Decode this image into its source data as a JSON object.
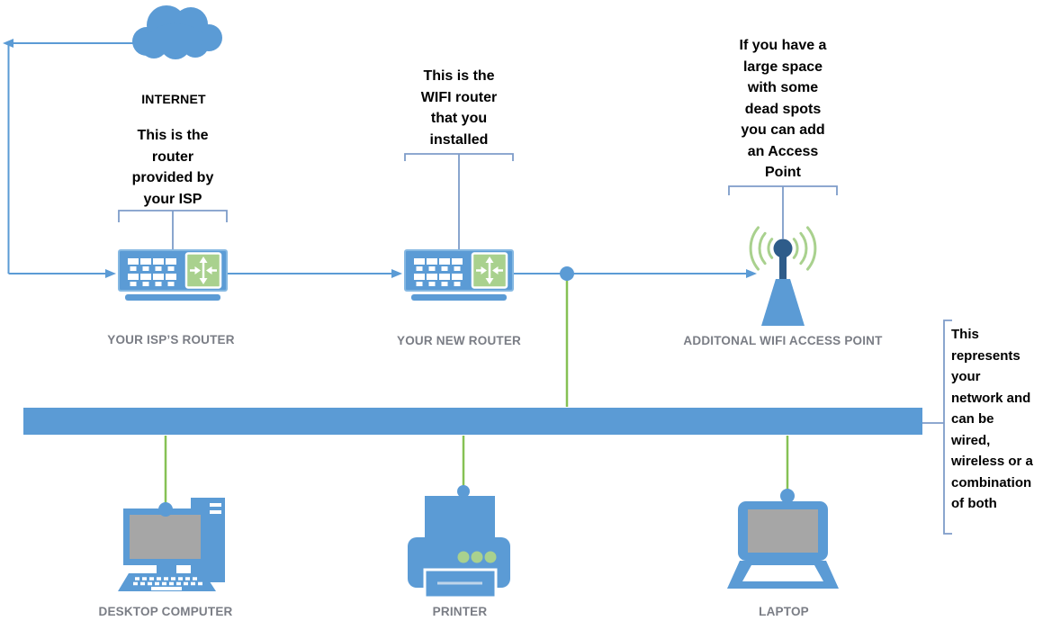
{
  "colors": {
    "blue": "#5B9BD5",
    "dark_blue": "#2E5C8A",
    "green_light": "#A9D18E",
    "green_line": "#86C155",
    "bracket_blue": "#7E9CC9",
    "label_gray": "#7A7D85",
    "screen_gray": "#A6A6A6",
    "router_border": "#85B8E2"
  },
  "labels": {
    "internet": "INTERNET",
    "isp_router": "YOUR ISP’S ROUTER",
    "new_router": "YOUR NEW ROUTER",
    "access_point": "ADDITONAL WIFI ACCESS POINT",
    "desktop": "DESKTOP COMPUTER",
    "printer": "PRINTER",
    "laptop": "LAPTOP"
  },
  "annotations": {
    "isp_router": "This is the\nrouter\nprovided by\nyour ISP",
    "wifi_router": "This is the\nWIFI router\nthat you\ninstalled",
    "access_point": "If you have a\nlarge space\nwith some\ndead spots\nyou can add\nan Access\nPoint",
    "network": "This\nrepresents\nyour\nnetwork and\ncan be\nwired,\nwireless or a\ncombination\nof both"
  }
}
